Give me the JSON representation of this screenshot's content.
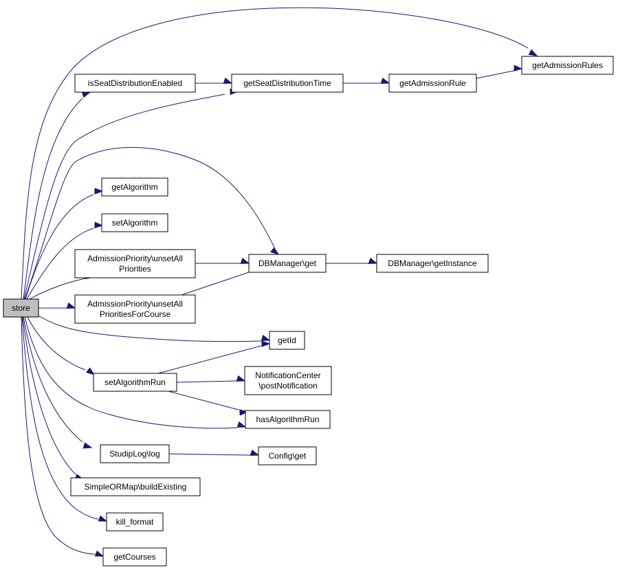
{
  "graph": {
    "nodes": [
      {
        "id": "store",
        "lines": [
          "store"
        ],
        "root": true
      },
      {
        "id": "isSeatDistributionEnabled",
        "lines": [
          "isSeatDistributionEnabled"
        ]
      },
      {
        "id": "getSeatDistributionTime",
        "lines": [
          "getSeatDistributionTime"
        ]
      },
      {
        "id": "getAdmissionRule",
        "lines": [
          "getAdmissionRule"
        ]
      },
      {
        "id": "getAdmissionRules",
        "lines": [
          "getAdmissionRules"
        ]
      },
      {
        "id": "getAlgorithm",
        "lines": [
          "getAlgorithm"
        ]
      },
      {
        "id": "setAlgorithm",
        "lines": [
          "setAlgorithm"
        ]
      },
      {
        "id": "unsetAllPriorities",
        "lines": [
          "AdmissionPriority\\unsetAll",
          "Priorities"
        ]
      },
      {
        "id": "unsetAllPrioritiesForCourse",
        "lines": [
          "AdmissionPriority\\unsetAll",
          "PrioritiesForCourse"
        ]
      },
      {
        "id": "dbmanagerGet",
        "lines": [
          "DBManager\\get"
        ]
      },
      {
        "id": "dbmanagerGetInstance",
        "lines": [
          "DBManager\\getInstance"
        ]
      },
      {
        "id": "getId",
        "lines": [
          "getId"
        ]
      },
      {
        "id": "setAlgorithmRun",
        "lines": [
          "setAlgorithmRun"
        ]
      },
      {
        "id": "postNotification",
        "lines": [
          "NotificationCenter",
          "\\postNotification"
        ]
      },
      {
        "id": "hasAlgorithmRun",
        "lines": [
          "hasAlgorithmRun"
        ]
      },
      {
        "id": "studipLog",
        "lines": [
          "StudipLog\\log"
        ]
      },
      {
        "id": "configGet",
        "lines": [
          "Config\\get"
        ]
      },
      {
        "id": "buildExisting",
        "lines": [
          "SimpleORMap\\buildExisting"
        ]
      },
      {
        "id": "killFormat",
        "lines": [
          "kill_format"
        ]
      },
      {
        "id": "getCourses",
        "lines": [
          "getCourses"
        ]
      }
    ],
    "edges": [
      {
        "from": "store",
        "to": "getAdmissionRules"
      },
      {
        "from": "store",
        "to": "isSeatDistributionEnabled"
      },
      {
        "from": "store",
        "to": "getSeatDistributionTime"
      },
      {
        "from": "store",
        "to": "dbmanagerGet"
      },
      {
        "from": "store",
        "to": "getAlgorithm"
      },
      {
        "from": "store",
        "to": "setAlgorithm"
      },
      {
        "from": "store",
        "to": "unsetAllPriorities"
      },
      {
        "from": "store",
        "to": "unsetAllPrioritiesForCourse"
      },
      {
        "from": "store",
        "to": "getId"
      },
      {
        "from": "store",
        "to": "setAlgorithmRun"
      },
      {
        "from": "store",
        "to": "hasAlgorithmRun"
      },
      {
        "from": "store",
        "to": "studipLog"
      },
      {
        "from": "store",
        "to": "buildExisting"
      },
      {
        "from": "store",
        "to": "killFormat"
      },
      {
        "from": "store",
        "to": "getCourses"
      },
      {
        "from": "isSeatDistributionEnabled",
        "to": "getSeatDistributionTime"
      },
      {
        "from": "getSeatDistributionTime",
        "to": "getAdmissionRule"
      },
      {
        "from": "getAdmissionRule",
        "to": "getAdmissionRules"
      },
      {
        "from": "unsetAllPriorities",
        "to": "dbmanagerGet"
      },
      {
        "from": "unsetAllPrioritiesForCourse",
        "to": "dbmanagerGet"
      },
      {
        "from": "dbmanagerGet",
        "to": "dbmanagerGetInstance"
      },
      {
        "from": "setAlgorithmRun",
        "to": "getId"
      },
      {
        "from": "setAlgorithmRun",
        "to": "postNotification"
      },
      {
        "from": "setAlgorithmRun",
        "to": "hasAlgorithmRun"
      },
      {
        "from": "studipLog",
        "to": "configGet"
      }
    ]
  }
}
